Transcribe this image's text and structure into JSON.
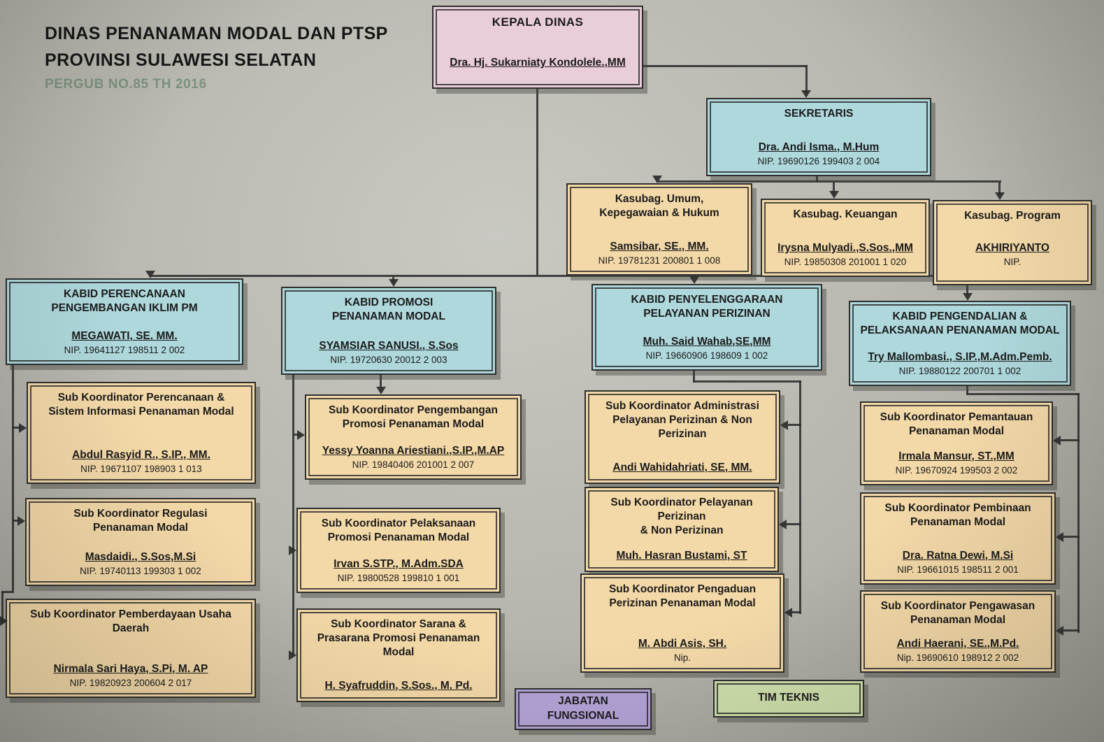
{
  "page": {
    "title_line1": "DINAS PENANAMAN MODAL DAN PTSP",
    "title_line2": "PROVINSI SULAWESI SELATAN",
    "subtitle": "PERGUB NO.85 TH 2016"
  },
  "colors": {
    "kepala_box": "#e9cdd9",
    "kabid_box": "#aed8dc",
    "kasubag_box": "#f4d9a8",
    "sub_box": "#f4d9a8",
    "jabatan_box": "#b4a4d8",
    "tim_box": "#cfe0ac",
    "connector": "#2d2d2d"
  },
  "boxes": {
    "kepala": {
      "title": "KEPALA DINAS",
      "name": "Dra. Hj. Sukarniaty Kondolele.,MM"
    },
    "sekretaris": {
      "title": "SEKRETARIS",
      "name": "Dra. Andi Isma., M.Hum",
      "nip": "NIP. 19690126 199403 2 004"
    },
    "kasubag_umum": {
      "title": "Kasubag. Umum,\nKepegawaian & Hukum",
      "name": "Samsibar, SE., MM.",
      "nip": "NIP. 19781231 200801 1 008"
    },
    "kasubag_keuangan": {
      "title": "Kasubag. Keuangan",
      "name": "Irysna Mulyadi.,S.Sos.,MM",
      "nip": "NIP. 19850308 201001 1 020"
    },
    "kasubag_program": {
      "title": "Kasubag. Program",
      "name": "AKHIRIYANTO",
      "nip": "NIP."
    },
    "kabid_perencanaan": {
      "title": "KABID PERENCANAAN\nPENGEMBANGAN IKLIM PM",
      "name": "MEGAWATI, SE. MM.",
      "nip": "NIP. 19641127 198511 2 002"
    },
    "kabid_promosi": {
      "title": "KABID PROMOSI\nPENANAMAN MODAL",
      "name": "SYAMSIAR SANUSI., S.Sos",
      "nip": "NIP. 19720630 20012 2 003"
    },
    "kabid_penyelenggaraan": {
      "title": "KABID PENYELENGGARAAN\nPELAYANAN PERIZINAN",
      "name": "Muh. Said Wahab,SE,MM",
      "nip": "NIP. 19660906 198609 1 002"
    },
    "kabid_pengendalian": {
      "title": "KABID PENGENDALIAN &\nPELAKSANAAN PENANAMAN MODAL",
      "name": "Try Mallombasi., S.IP.,M.Adm.Pemb.",
      "nip": "NIP. 19880122 200701 1 002"
    },
    "sub_perencanaan_si": {
      "title": "Sub Koordinator Perencanaan &\nSistem Informasi Penanaman Modal",
      "name": "Abdul Rasyid R., S.IP., MM.",
      "nip": "NIP. 19671107 198903 1 013"
    },
    "sub_regulasi": {
      "title": "Sub Koordinator Regulasi\nPenanaman Modal",
      "name": "Masdaidi., S.Sos,M.Si",
      "nip": "NIP. 19740113 199303 1 002"
    },
    "sub_pemberdayaan": {
      "title": "Sub Koordinator Pemberdayaan Usaha\nDaerah",
      "name": "Nirmala Sari Haya, S.Pi, M. AP",
      "nip": "NIP. 19820923 200604 2 017"
    },
    "sub_pengembangan_promosi": {
      "title": "Sub Koordinator Pengembangan\nPromosi Penanaman Modal",
      "name": "Yessy Yoanna Ariestiani.,S.IP.,M.AP",
      "nip": "NIP. 19840406 201001 2 007"
    },
    "sub_pelaksanaan_promosi": {
      "title": "Sub Koordinator Pelaksanaan\nPromosi Penanaman Modal",
      "name": "Irvan S.STP., M.Adm.SDA",
      "nip": "NIP. 19800528 199810 1 001"
    },
    "sub_sarana_prasarana": {
      "title": "Sub Koordinator Sarana &\nPrasarana Promosi Penanaman\nModal",
      "name": "H. Syafruddin, S.Sos., M. Pd."
    },
    "sub_administrasi_pelayanan": {
      "title": "Sub Koordinator Administrasi\nPelayanan Perizinan & Non\nPerizinan",
      "name": "Andi Wahidahriati, SE, MM."
    },
    "sub_pelayanan_perizinan": {
      "title": "Sub Koordinator Pelayanan\nPerizinan\n& Non Perizinan",
      "name": "Muh. Hasran Bustami, ST"
    },
    "sub_pengaduan": {
      "title": "Sub Koordinator Pengaduan\nPerizinan Penanaman Modal",
      "name": "M. Abdi Asis, SH.",
      "nip": "Nip."
    },
    "sub_pemantauan": {
      "title": "Sub Koordinator Pemantauan\nPenanaman Modal",
      "name": "Irmala Mansur, ST.,MM",
      "nip": "NIP. 19670924 199503 2 002"
    },
    "sub_pembinaan": {
      "title": "Sub Koordinator Pembinaan\nPenanaman Modal",
      "name": "Dra. Ratna Dewi, M.Si",
      "nip": "NIP. 19661015 198511 2 001"
    },
    "sub_pengawasan": {
      "title": "Sub Koordinator Pengawasan\nPenanaman Modal",
      "name": "Andi Haerani, SE.,M.Pd.",
      "nip": "Nip. 19690610 198912 2 002"
    },
    "jabatan_fungsional": {
      "title": "JABATAN\nFUNGSIONAL"
    },
    "tim_teknis": {
      "title": "TIM TEKNIS"
    }
  }
}
